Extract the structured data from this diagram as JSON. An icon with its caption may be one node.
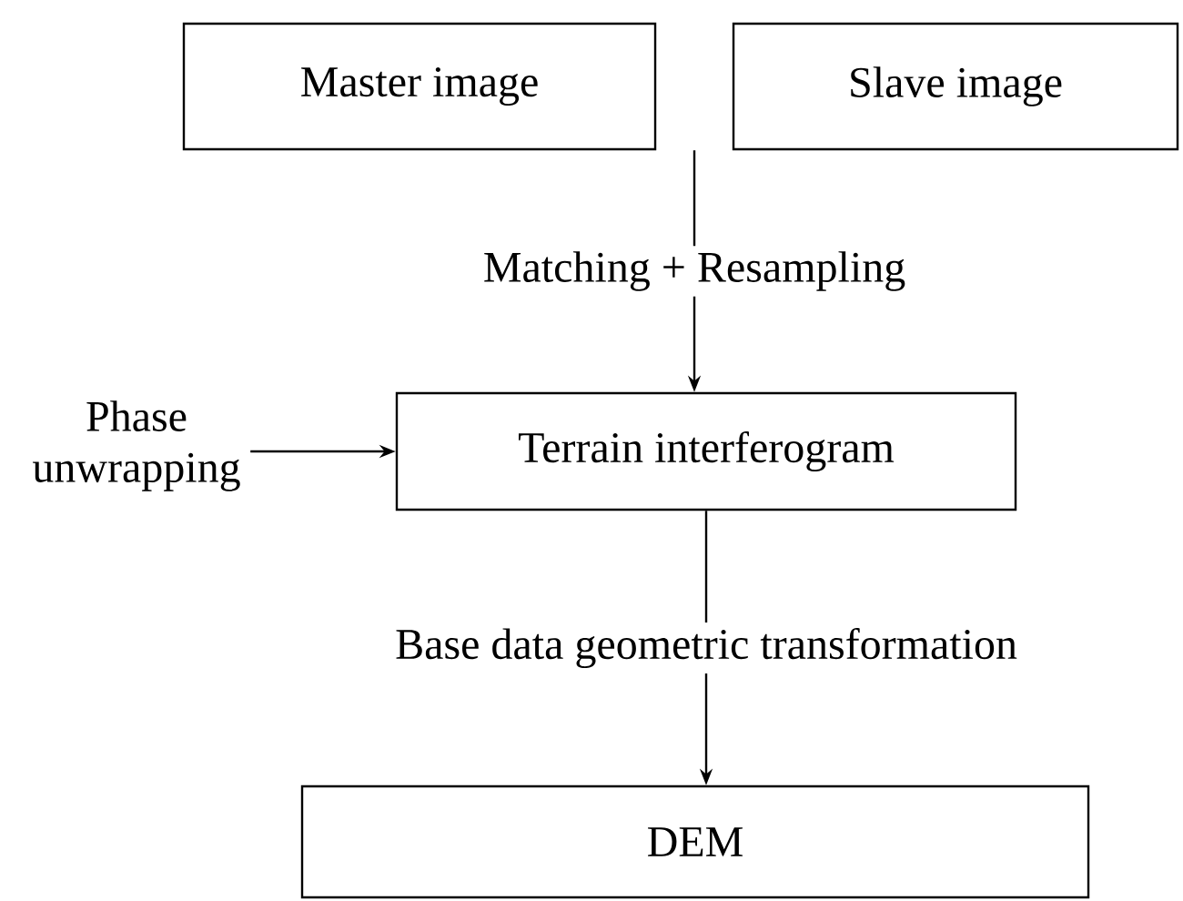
{
  "diagram": {
    "nodes": [
      {
        "text": [
          "Master image"
        ]
      },
      {
        "text": [
          "Slave image"
        ]
      },
      {
        "text": [
          "Terrain interferogram"
        ]
      },
      {
        "text": [
          "DEM"
        ]
      },
      {
        "text": [
          "Phase unwrapping"
        ]
      }
    ],
    "edges": [
      {
        "from": 0,
        "to": 2,
        "arrow": "to",
        "label": "Matching + Resampling"
      },
      {
        "from": 1,
        "to": 2,
        "arrow": "to"
      },
      {
        "from": 2,
        "to": 3,
        "arrow": "to",
        "label": "Base data geometric transformation"
      },
      {
        "from": 4,
        "to": 2,
        "arrow": "to"
      }
    ]
  }
}
